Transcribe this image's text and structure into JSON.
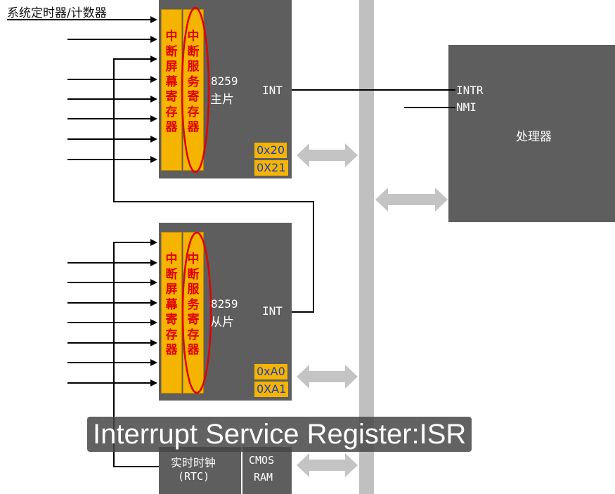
{
  "top_label": "系统定时器/计数器",
  "master": {
    "mask_register": "中断屏幕寄存器",
    "service_register": "中断服务寄存器",
    "chip": "8259",
    "role": "主片",
    "int_label": "INT",
    "addr1": "0x20",
    "addr2": "0X21"
  },
  "slave": {
    "mask_register": "中断屏幕寄存器",
    "service_register": "中断服务寄存器",
    "chip": "8259",
    "role": "从片",
    "int_label": "INT",
    "addr1": "0xA0",
    "addr2": "0XA1"
  },
  "processor": {
    "intr": "INTR",
    "nmi": "NMI",
    "name": "处理器"
  },
  "rtc": {
    "line1": "实时时钟",
    "line2": "(RTC)"
  },
  "cmos": {
    "line1": "CMOS",
    "line2": "RAM"
  },
  "caption": "Interrupt Service Register:ISR",
  "colors": {
    "chip_gray": "#5e5e5e",
    "register_yellow": "#f5b400",
    "register_text": "#e00000",
    "address_text": "#1a3cc2",
    "bus_gray": "#c0c0c0"
  }
}
